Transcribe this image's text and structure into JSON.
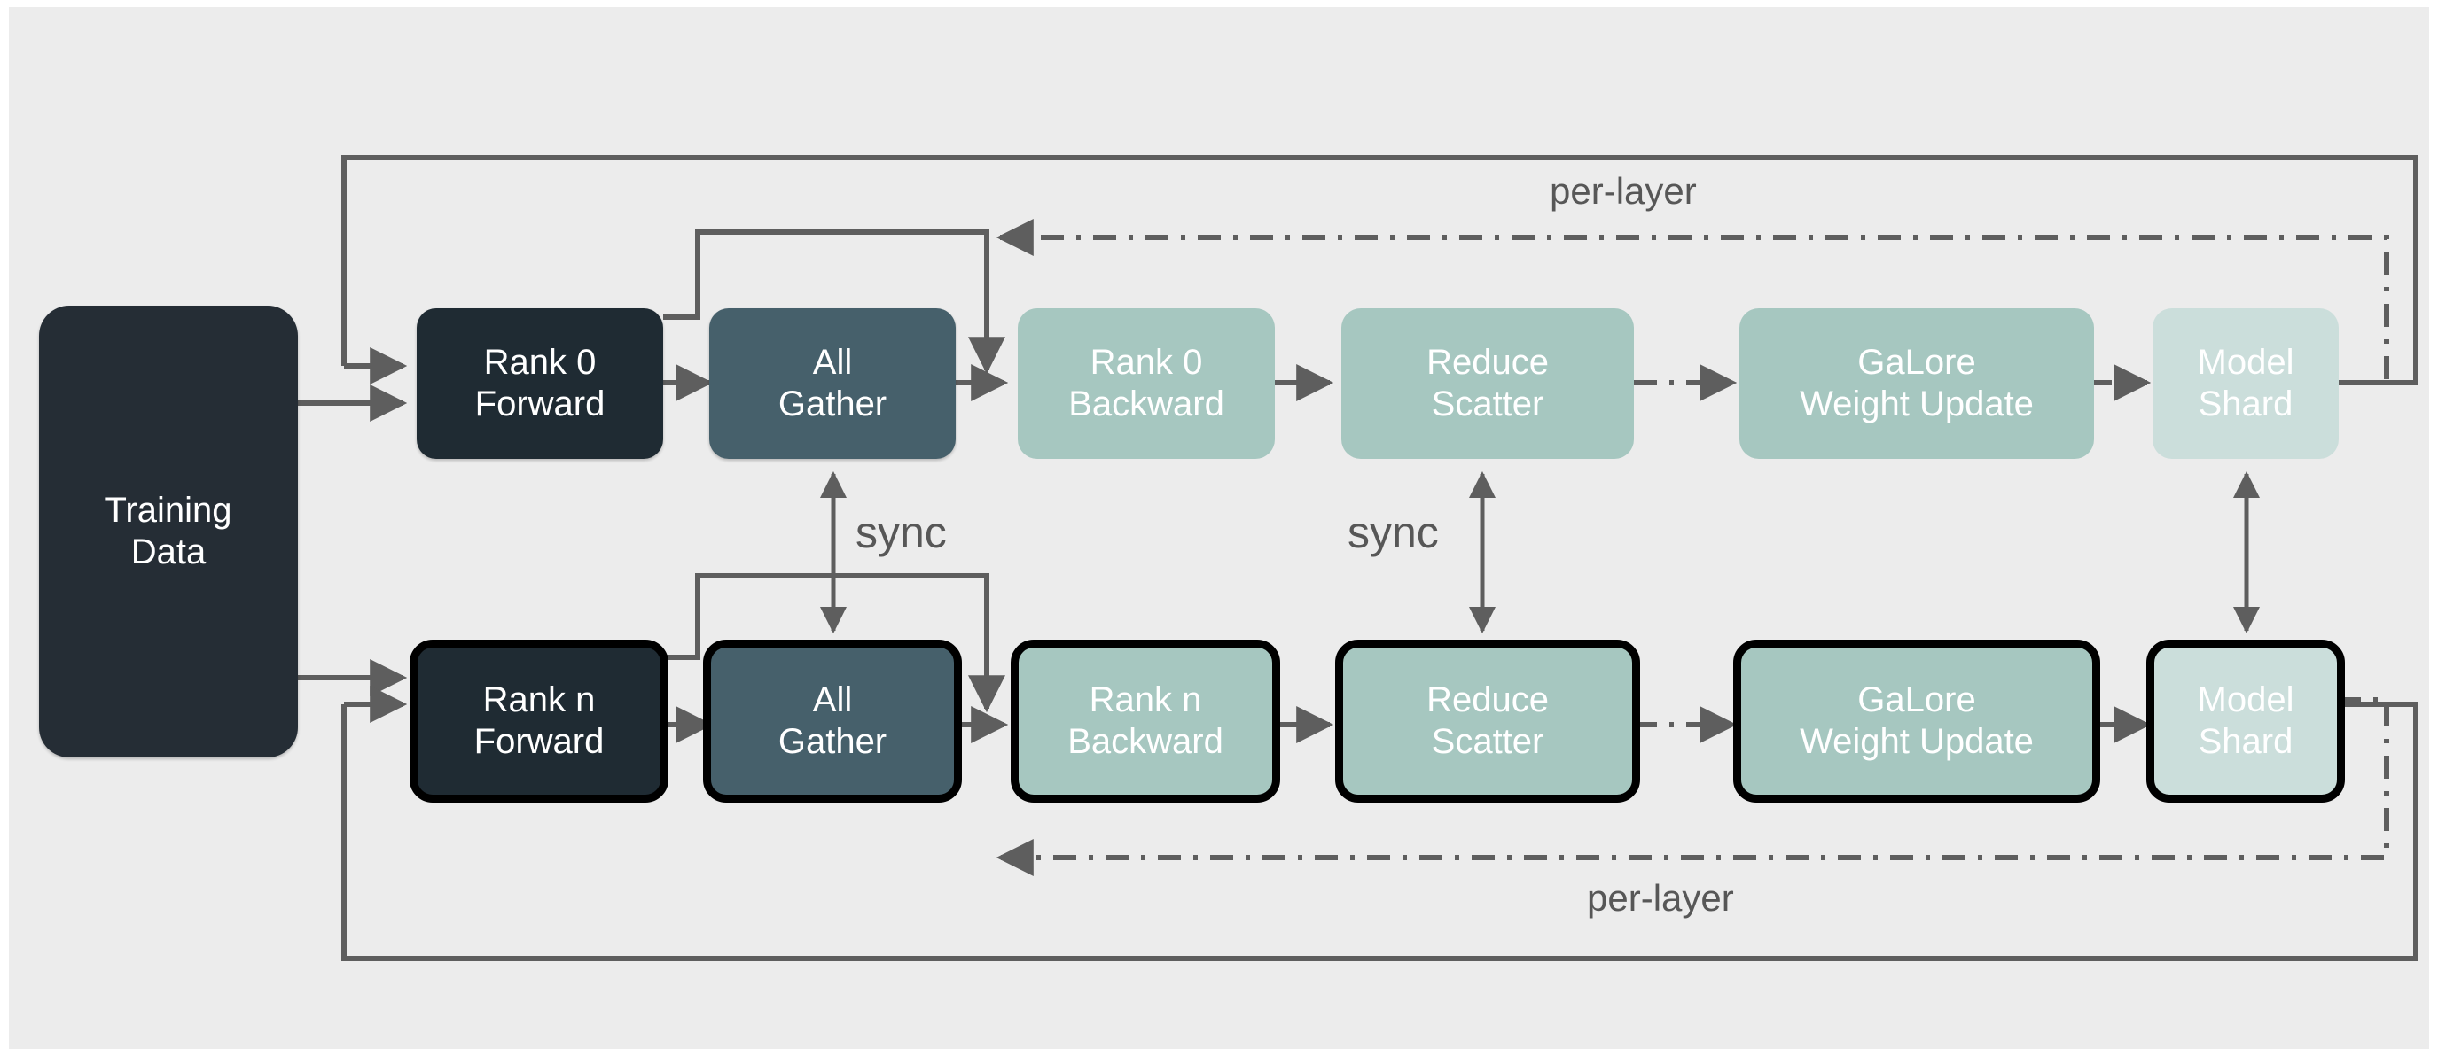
{
  "diagram": {
    "title_present": false,
    "background": "#ececec",
    "palette": {
      "forward": "#1f2b33",
      "all_gather": "#46606b",
      "backward": "#a6c7c0",
      "reduce_scatter": "#a6c7c0",
      "galore": "#a6c7c0",
      "model_shard": "#cbdedb",
      "training_data": "#252d35",
      "wire": "#5e5e5e",
      "emphasis_border": "#000000",
      "label_text": "#575757",
      "node_text": "#ffffff"
    },
    "nodes": [
      {
        "id": "training-data",
        "label": "Training\nData",
        "row": "shared",
        "fill": "#252d35",
        "emphasized": false
      },
      {
        "id": "rank0-forward",
        "label": "Rank 0\nForward",
        "row": "top",
        "fill": "#1f2b33",
        "emphasized": false
      },
      {
        "id": "rank0-all-gather",
        "label": "All\nGather",
        "row": "top",
        "fill": "#46606b",
        "emphasized": false
      },
      {
        "id": "rank0-backward",
        "label": "Rank 0\nBackward",
        "row": "top",
        "fill": "#a6c7c0",
        "emphasized": false
      },
      {
        "id": "rank0-reduce-scatter",
        "label": "Reduce\nScatter",
        "row": "top",
        "fill": "#a6c7c0",
        "emphasized": false
      },
      {
        "id": "rank0-galore",
        "label": "GaLore\nWeight Update",
        "row": "top",
        "fill": "#a6c7c0",
        "emphasized": false
      },
      {
        "id": "rank0-model-shard",
        "label": "Model\nShard",
        "row": "top",
        "fill": "#cbdedb",
        "emphasized": false
      },
      {
        "id": "rankn-forward",
        "label": "Rank n\nForward",
        "row": "bottom",
        "fill": "#1f2b33",
        "emphasized": true
      },
      {
        "id": "rankn-all-gather",
        "label": "All\nGather",
        "row": "bottom",
        "fill": "#46606b",
        "emphasized": true
      },
      {
        "id": "rankn-backward",
        "label": "Rank n\nBackward",
        "row": "bottom",
        "fill": "#a6c7c0",
        "emphasized": true
      },
      {
        "id": "rankn-reduce-scatter",
        "label": "Reduce\nScatter",
        "row": "bottom",
        "fill": "#a6c7c0",
        "emphasized": true
      },
      {
        "id": "rankn-galore",
        "label": "GaLore\nWeight Update",
        "row": "bottom",
        "fill": "#a6c7c0",
        "emphasized": true
      },
      {
        "id": "rankn-model-shard",
        "label": "Model\nShard",
        "row": "bottom",
        "fill": "#cbdedb",
        "emphasized": true
      }
    ],
    "edge_labels": [
      {
        "id": "per-layer-top",
        "text": "per-layer"
      },
      {
        "id": "sync-all-gather",
        "text": "sync"
      },
      {
        "id": "sync-reduce",
        "text": "sync"
      },
      {
        "id": "per-layer-bottom",
        "text": "per-layer"
      }
    ],
    "edges": [
      {
        "from": "training-data",
        "to": "rank0-forward",
        "style": "solid"
      },
      {
        "from": "training-data",
        "to": "rankn-forward",
        "style": "solid"
      },
      {
        "from": "rank0-forward",
        "to": "rank0-all-gather",
        "style": "solid"
      },
      {
        "from": "rank0-forward",
        "to": "rank0-backward",
        "style": "solid-bypass"
      },
      {
        "from": "rank0-all-gather",
        "to": "rank0-backward",
        "style": "solid"
      },
      {
        "from": "rank0-backward",
        "to": "rank0-reduce-scatter",
        "style": "solid"
      },
      {
        "from": "rank0-reduce-scatter",
        "to": "rank0-galore",
        "style": "dash-dot"
      },
      {
        "from": "rank0-galore",
        "to": "rank0-model-shard",
        "style": "dash-dot"
      },
      {
        "from": "rank0-model-shard",
        "to": "rank0-backward",
        "style": "dash-dot",
        "label": "per-layer-top"
      },
      {
        "from": "rank0-model-shard",
        "to": "rank0-forward",
        "style": "solid-loop"
      },
      {
        "from": "rankn-forward",
        "to": "rankn-all-gather",
        "style": "solid"
      },
      {
        "from": "rankn-forward",
        "to": "rankn-backward",
        "style": "solid-bypass"
      },
      {
        "from": "rankn-all-gather",
        "to": "rankn-backward",
        "style": "solid"
      },
      {
        "from": "rankn-backward",
        "to": "rankn-reduce-scatter",
        "style": "solid"
      },
      {
        "from": "rankn-reduce-scatter",
        "to": "rankn-galore",
        "style": "dash-dot"
      },
      {
        "from": "rankn-galore",
        "to": "rankn-model-shard",
        "style": "solid"
      },
      {
        "from": "rankn-model-shard",
        "to": "rankn-backward",
        "style": "dash-dot",
        "label": "per-layer-bottom"
      },
      {
        "from": "rankn-model-shard",
        "to": "rankn-forward",
        "style": "solid-loop"
      },
      {
        "from": "rank0-all-gather",
        "to": "rankn-all-gather",
        "style": "bidirectional",
        "label": "sync-all-gather"
      },
      {
        "from": "rank0-reduce-scatter",
        "to": "rankn-reduce-scatter",
        "style": "bidirectional",
        "label": "sync-reduce"
      },
      {
        "from": "rank0-model-shard",
        "to": "rankn-model-shard",
        "style": "bidirectional"
      }
    ]
  }
}
